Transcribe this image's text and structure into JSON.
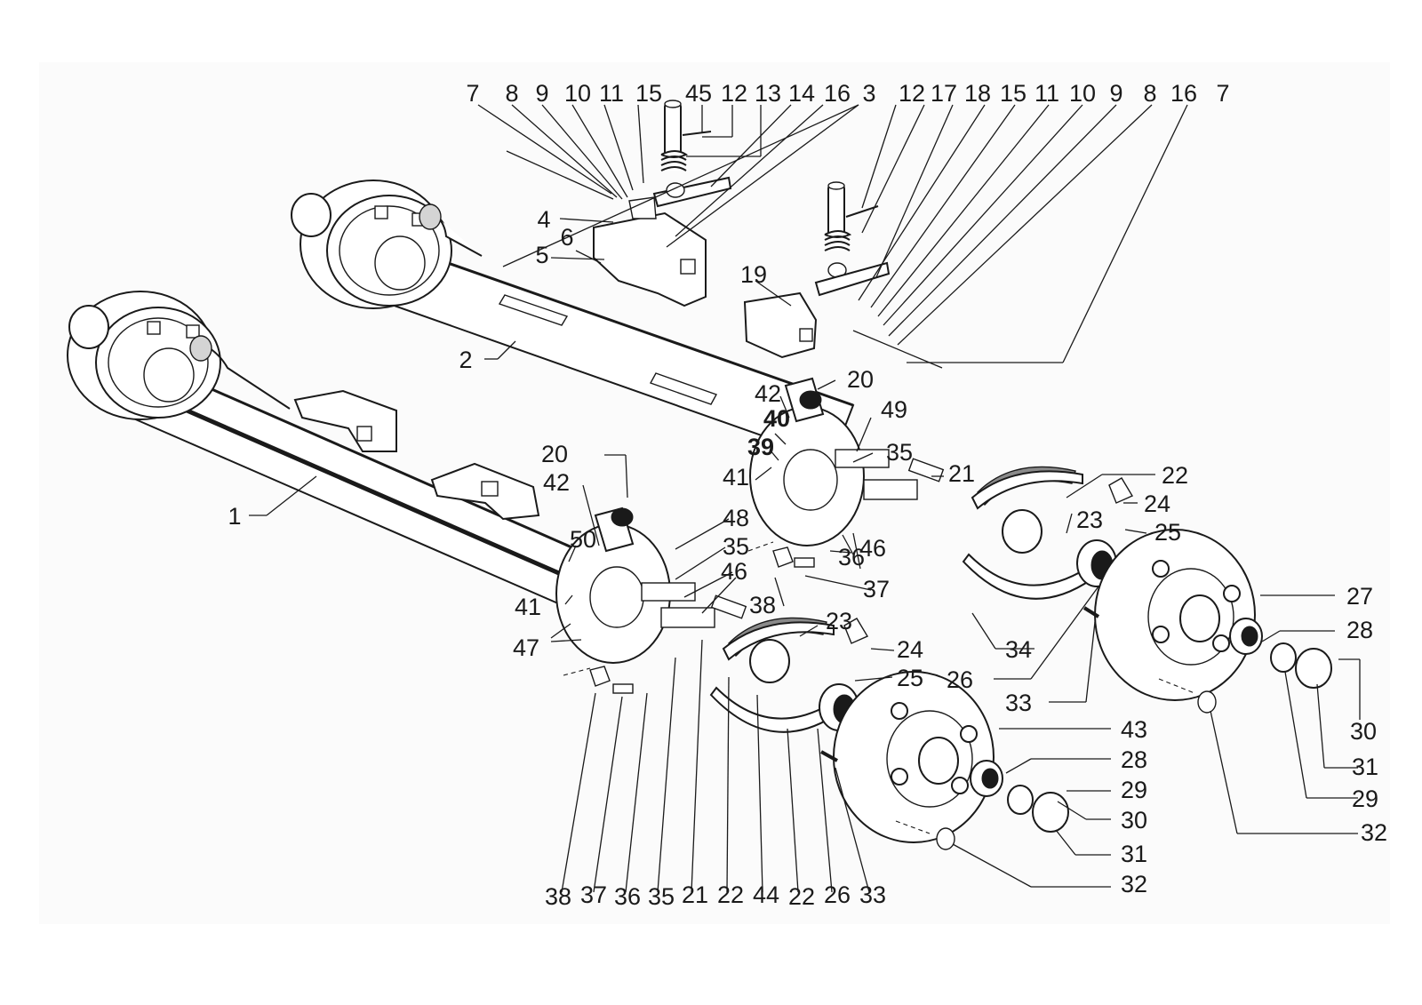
{
  "diagram": {
    "callouts": [
      "7",
      "8",
      "9",
      "10",
      "11",
      "15",
      "45",
      "12",
      "13",
      "14",
      "16",
      "3",
      "12",
      "17",
      "18",
      "15",
      "11",
      "10",
      "9",
      "8",
      "16",
      "7",
      "4",
      "6",
      "5",
      "19",
      "2",
      "1",
      "20",
      "42",
      "40",
      "39",
      "41",
      "49",
      "35",
      "21",
      "22",
      "24",
      "23",
      "25",
      "20",
      "42",
      "48",
      "35",
      "46",
      "36",
      "46",
      "37",
      "38",
      "50",
      "41",
      "47",
      "23",
      "24",
      "25",
      "27",
      "28",
      "34",
      "26",
      "33",
      "30",
      "31",
      "29",
      "32",
      "43",
      "28",
      "29",
      "30",
      "31",
      "32",
      "38",
      "37",
      "36",
      "35",
      "21",
      "22",
      "44",
      "22",
      "26",
      "33"
    ]
  }
}
